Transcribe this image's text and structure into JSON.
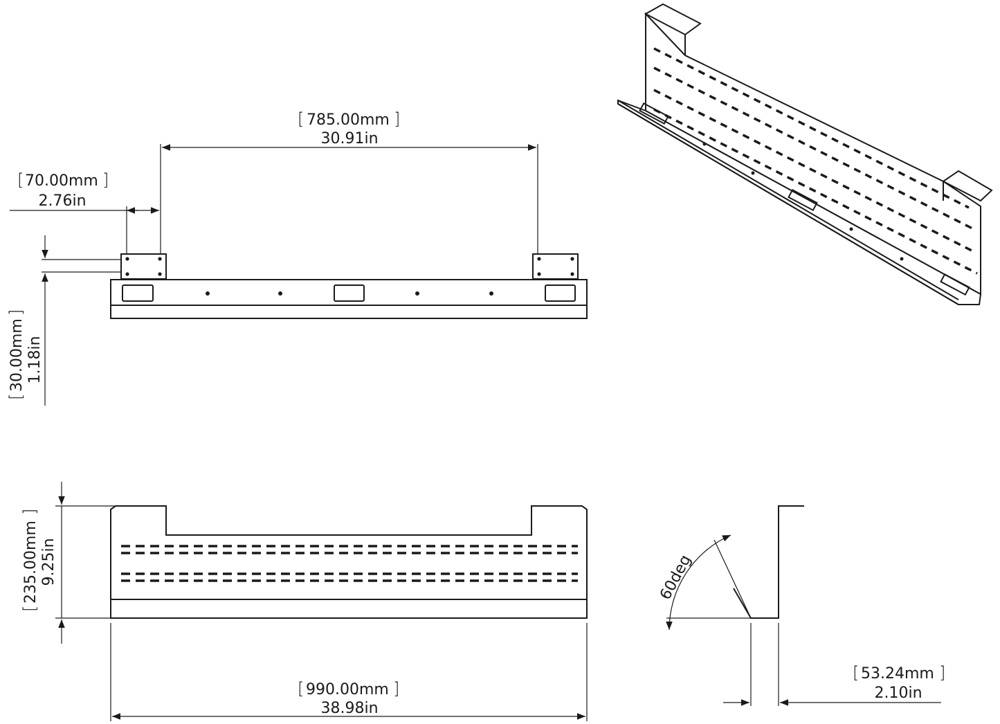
{
  "dimensions": {
    "cutout_spacing": {
      "mm": "785.00mm",
      "in": "30.91in"
    },
    "bracket_width": {
      "mm": "70.00mm",
      "in": "2.76in"
    },
    "bracket_height": {
      "mm": "30.00mm",
      "in": "1.18in"
    },
    "tray_height": {
      "mm": "235.00mm",
      "in": "9.25in"
    },
    "overall_length": {
      "mm": "990.00mm",
      "in": "38.98in"
    },
    "tray_angle": {
      "label": "60deg"
    },
    "tray_depth": {
      "mm": "53.24mm",
      "in": "2.10in"
    }
  }
}
